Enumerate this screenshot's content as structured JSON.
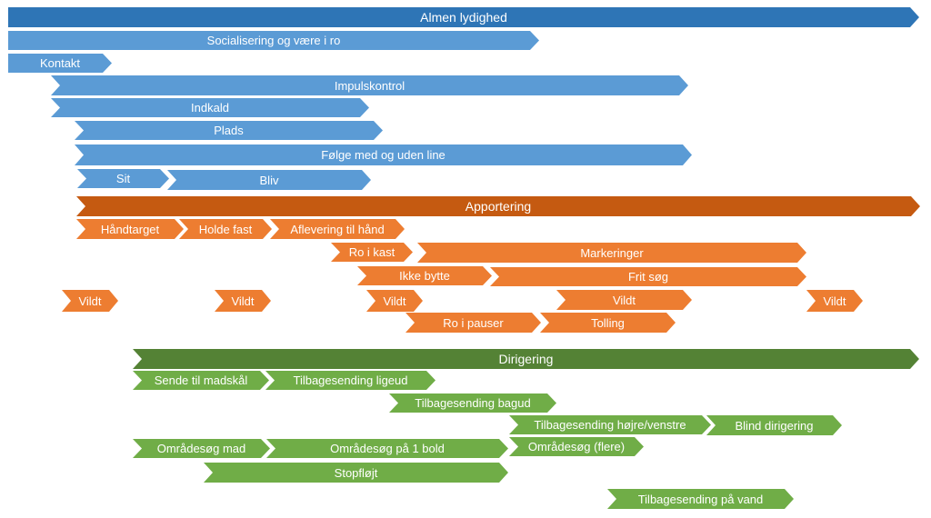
{
  "colors": {
    "blue_dark": "#2E75B6",
    "blue": "#5B9BD5",
    "orange_dark": "#C55A11",
    "orange": "#ED7D31",
    "green_dark": "#548235",
    "green": "#70AD47"
  },
  "blue": {
    "main": "Almen lydighed",
    "items": [
      "Socialisering og være i ro",
      "Kontakt",
      "Impulskontrol",
      "Indkald",
      "Plads",
      "Følge med og uden line",
      "Sit",
      "Bliv"
    ]
  },
  "orange": {
    "main": "Apportering",
    "items": [
      "Håndtarget",
      "Holde fast",
      "Aflevering til hånd",
      "Ro i kast",
      "Markeringer",
      "Ikke bytte",
      "Frit søg",
      "Vildt",
      "Vildt",
      "Vildt",
      "Vildt",
      "Vildt",
      "Ro i pauser",
      "Tolling"
    ]
  },
  "green": {
    "main": "Dirigering",
    "items": [
      "Sende til madskål",
      "Tilbagesending ligeud",
      "Tilbagesending bagud",
      "Tilbagesending højre/venstre",
      "Blind dirigering",
      "Områdesøg mad",
      "Områdesøg på 1 bold",
      "Områdesøg (flere)",
      "Stopfløjt",
      "Tilbagesending på vand"
    ]
  }
}
